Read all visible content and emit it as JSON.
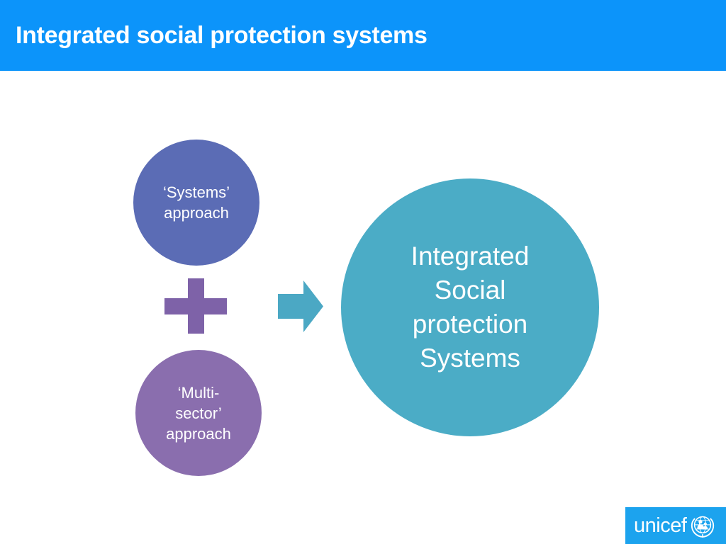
{
  "slide": {
    "title": "Integrated social protection systems",
    "background_color": "#FFFFFF"
  },
  "banner": {
    "color": "#0C94FA"
  },
  "diagram": {
    "type": "concept-equation",
    "operator": {
      "symbol": "plus",
      "name": "plus-sign",
      "color": "#7E62A8"
    },
    "connector": {
      "symbol": "arrow-right",
      "name": "right-arrow",
      "color": "#4BA8C4"
    },
    "inputs": [
      {
        "id": "systems",
        "lines": [
          "‘Systems’",
          "approach"
        ],
        "color": "#5B6CB5",
        "text_color": "#FFFFFF"
      },
      {
        "id": "multi-sector",
        "lines": [
          "‘Multi-",
          "sector’",
          "approach"
        ],
        "color": "#8A6EAE",
        "text_color": "#FFFFFF"
      }
    ],
    "output": {
      "id": "integrated-system",
      "lines": [
        "Integrated",
        "Social",
        "protection",
        "Systems"
      ],
      "color": "#4BACC6",
      "text_color": "#FFFFFF"
    }
  },
  "logo": {
    "wordmark": "unicef",
    "emblem_name": "un-globe-laurel-emblem",
    "background_color": "#1CA3EE",
    "text_color": "#FFFFFF"
  }
}
